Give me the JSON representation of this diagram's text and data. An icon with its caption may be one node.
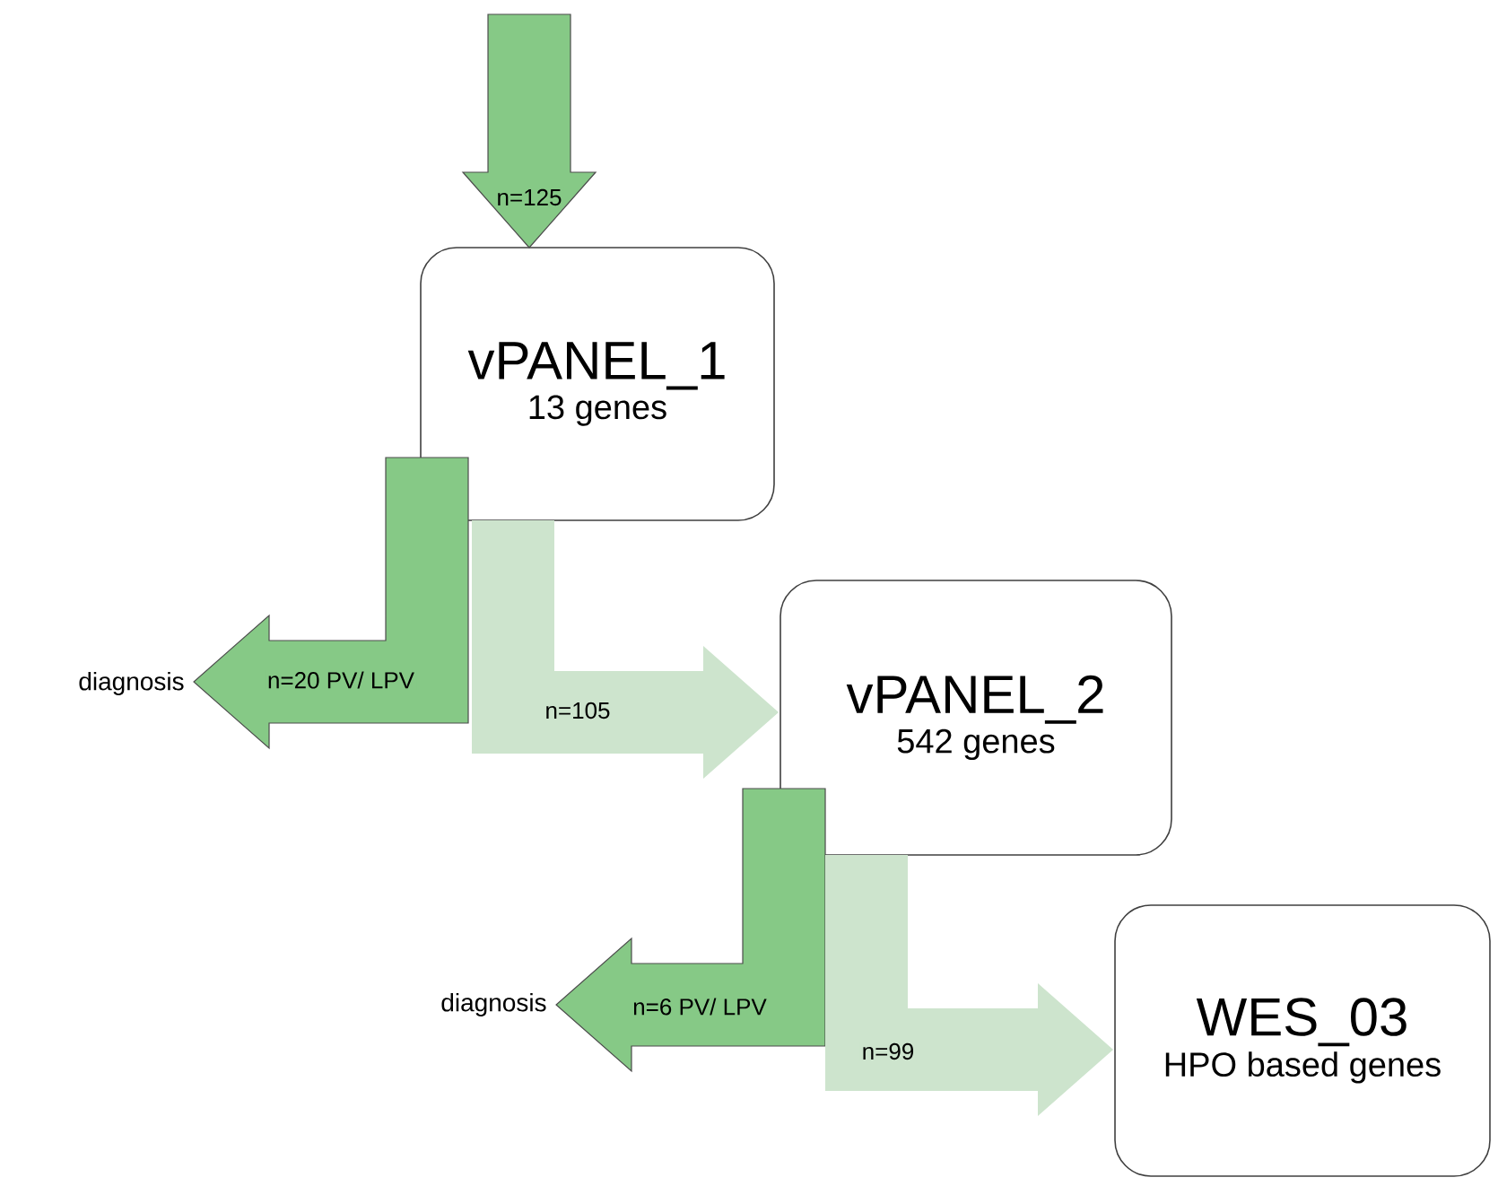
{
  "diagram": {
    "nodes": [
      {
        "text": [
          "vPANEL_1",
          "13 genes"
        ]
      },
      {
        "text": [
          "vPANEL_2",
          "542 genes"
        ]
      },
      {
        "text": [
          "WES_03",
          "HPO based genes"
        ]
      },
      {
        "text": [
          "diagnosis"
        ]
      },
      {
        "text": [
          "diagnosis"
        ]
      }
    ],
    "edges": [
      {
        "from": null,
        "to": 0,
        "arrow": "to",
        "label": "n=125"
      },
      {
        "from": 0,
        "to": 3,
        "arrow": "to",
        "label": "n=20 PV/ LPV"
      },
      {
        "from": 0,
        "to": 1,
        "arrow": "to",
        "label": "n=105",
        "color": "#cde4cd"
      },
      {
        "from": 1,
        "to": 4,
        "arrow": "to",
        "label": "n=6 PV/ LPV"
      },
      {
        "from": 1,
        "to": 2,
        "arrow": "to",
        "label": "n=99",
        "color": "#cde4cd"
      }
    ]
  }
}
